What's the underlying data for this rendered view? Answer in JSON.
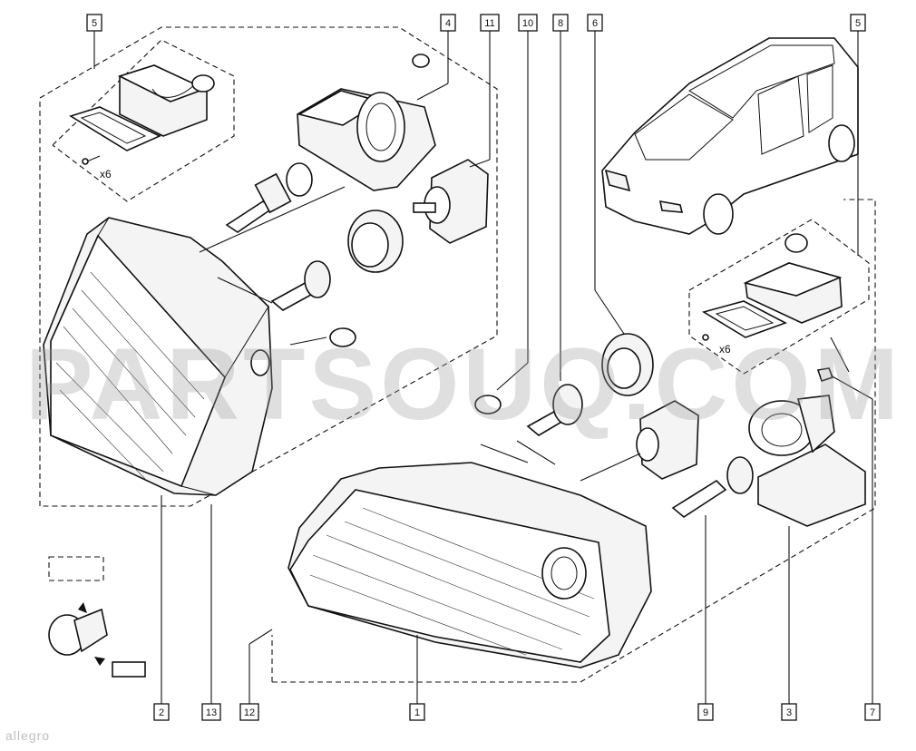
{
  "callouts": [
    {
      "id": "c5a",
      "label": "5"
    },
    {
      "id": "c4",
      "label": "4"
    },
    {
      "id": "c11",
      "label": "11"
    },
    {
      "id": "c10",
      "label": "10"
    },
    {
      "id": "c8",
      "label": "8"
    },
    {
      "id": "c6",
      "label": "6"
    },
    {
      "id": "c5b",
      "label": "5"
    },
    {
      "id": "c2",
      "label": "2"
    },
    {
      "id": "c13",
      "label": "13"
    },
    {
      "id": "c12",
      "label": "12"
    },
    {
      "id": "c1",
      "label": "1"
    },
    {
      "id": "c9",
      "label": "9"
    },
    {
      "id": "c3",
      "label": "3"
    },
    {
      "id": "c7",
      "label": "7"
    }
  ],
  "quantity_left": "x6",
  "quantity_right": "x6",
  "watermark": "PARTSOUQ.COM",
  "corner_mark": "allegro"
}
